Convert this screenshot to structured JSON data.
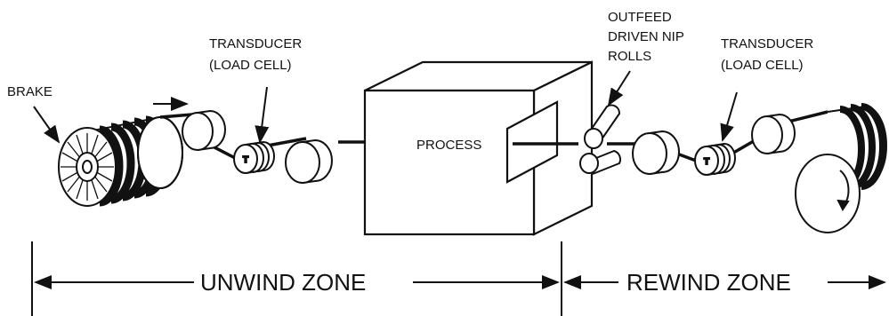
{
  "labels": {
    "brake": "BRAKE",
    "transducer_left_1": "TRANSDUCER",
    "transducer_left_2": "(LOAD CELL)",
    "outfeed_1": "OUTFEED",
    "outfeed_2": "DRIVEN NIP",
    "outfeed_3": "ROLLS",
    "transducer_right_1": "TRANSDUCER",
    "transducer_right_2": "(LOAD CELL)",
    "process": "PROCESS",
    "t_left": "T",
    "t_right": "T"
  },
  "zones": {
    "unwind": "UNWIND ZONE",
    "rewind": "REWIND ZONE"
  }
}
